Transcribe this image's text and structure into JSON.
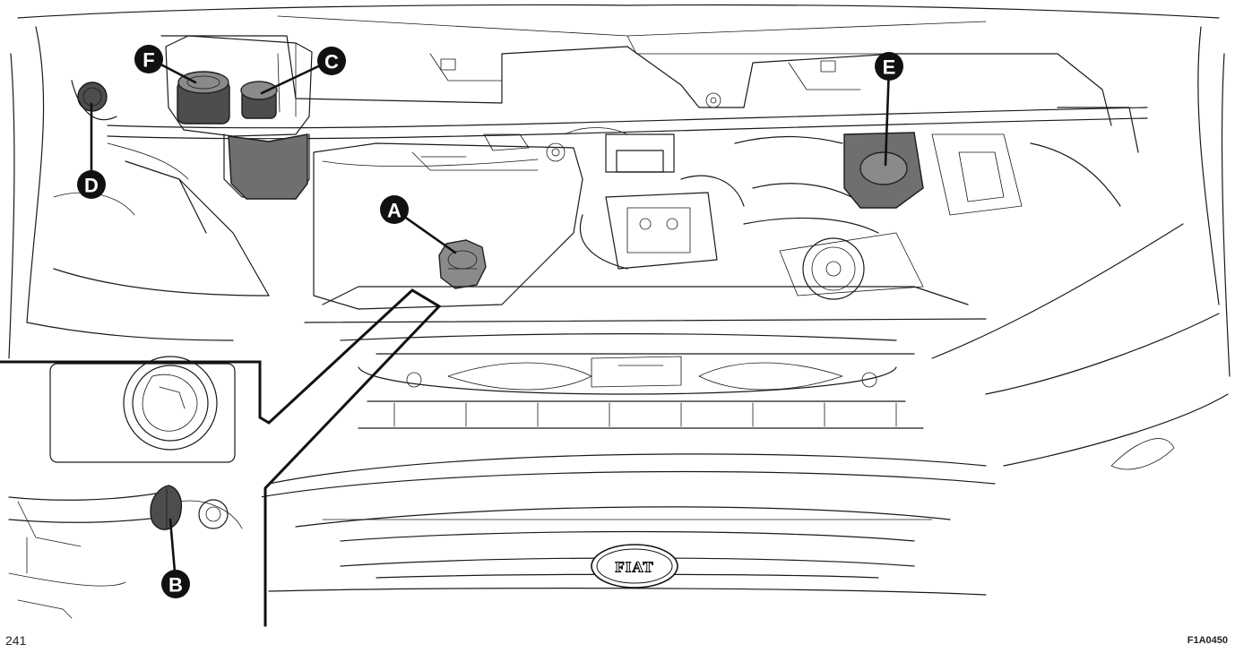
{
  "callouts": [
    {
      "id": "A",
      "label": "A"
    },
    {
      "id": "B",
      "label": "B"
    },
    {
      "id": "C",
      "label": "C"
    },
    {
      "id": "D",
      "label": "D"
    },
    {
      "id": "E",
      "label": "E"
    },
    {
      "id": "F",
      "label": "F"
    }
  ],
  "grille_logo": "FIAT",
  "page_number": "241",
  "figure_code": "F1A0450",
  "colors": {
    "line": "#1a1a1a",
    "callout_fill": "#111111",
    "callout_text": "#ffffff",
    "cap_grey": "#8a8a8a"
  }
}
